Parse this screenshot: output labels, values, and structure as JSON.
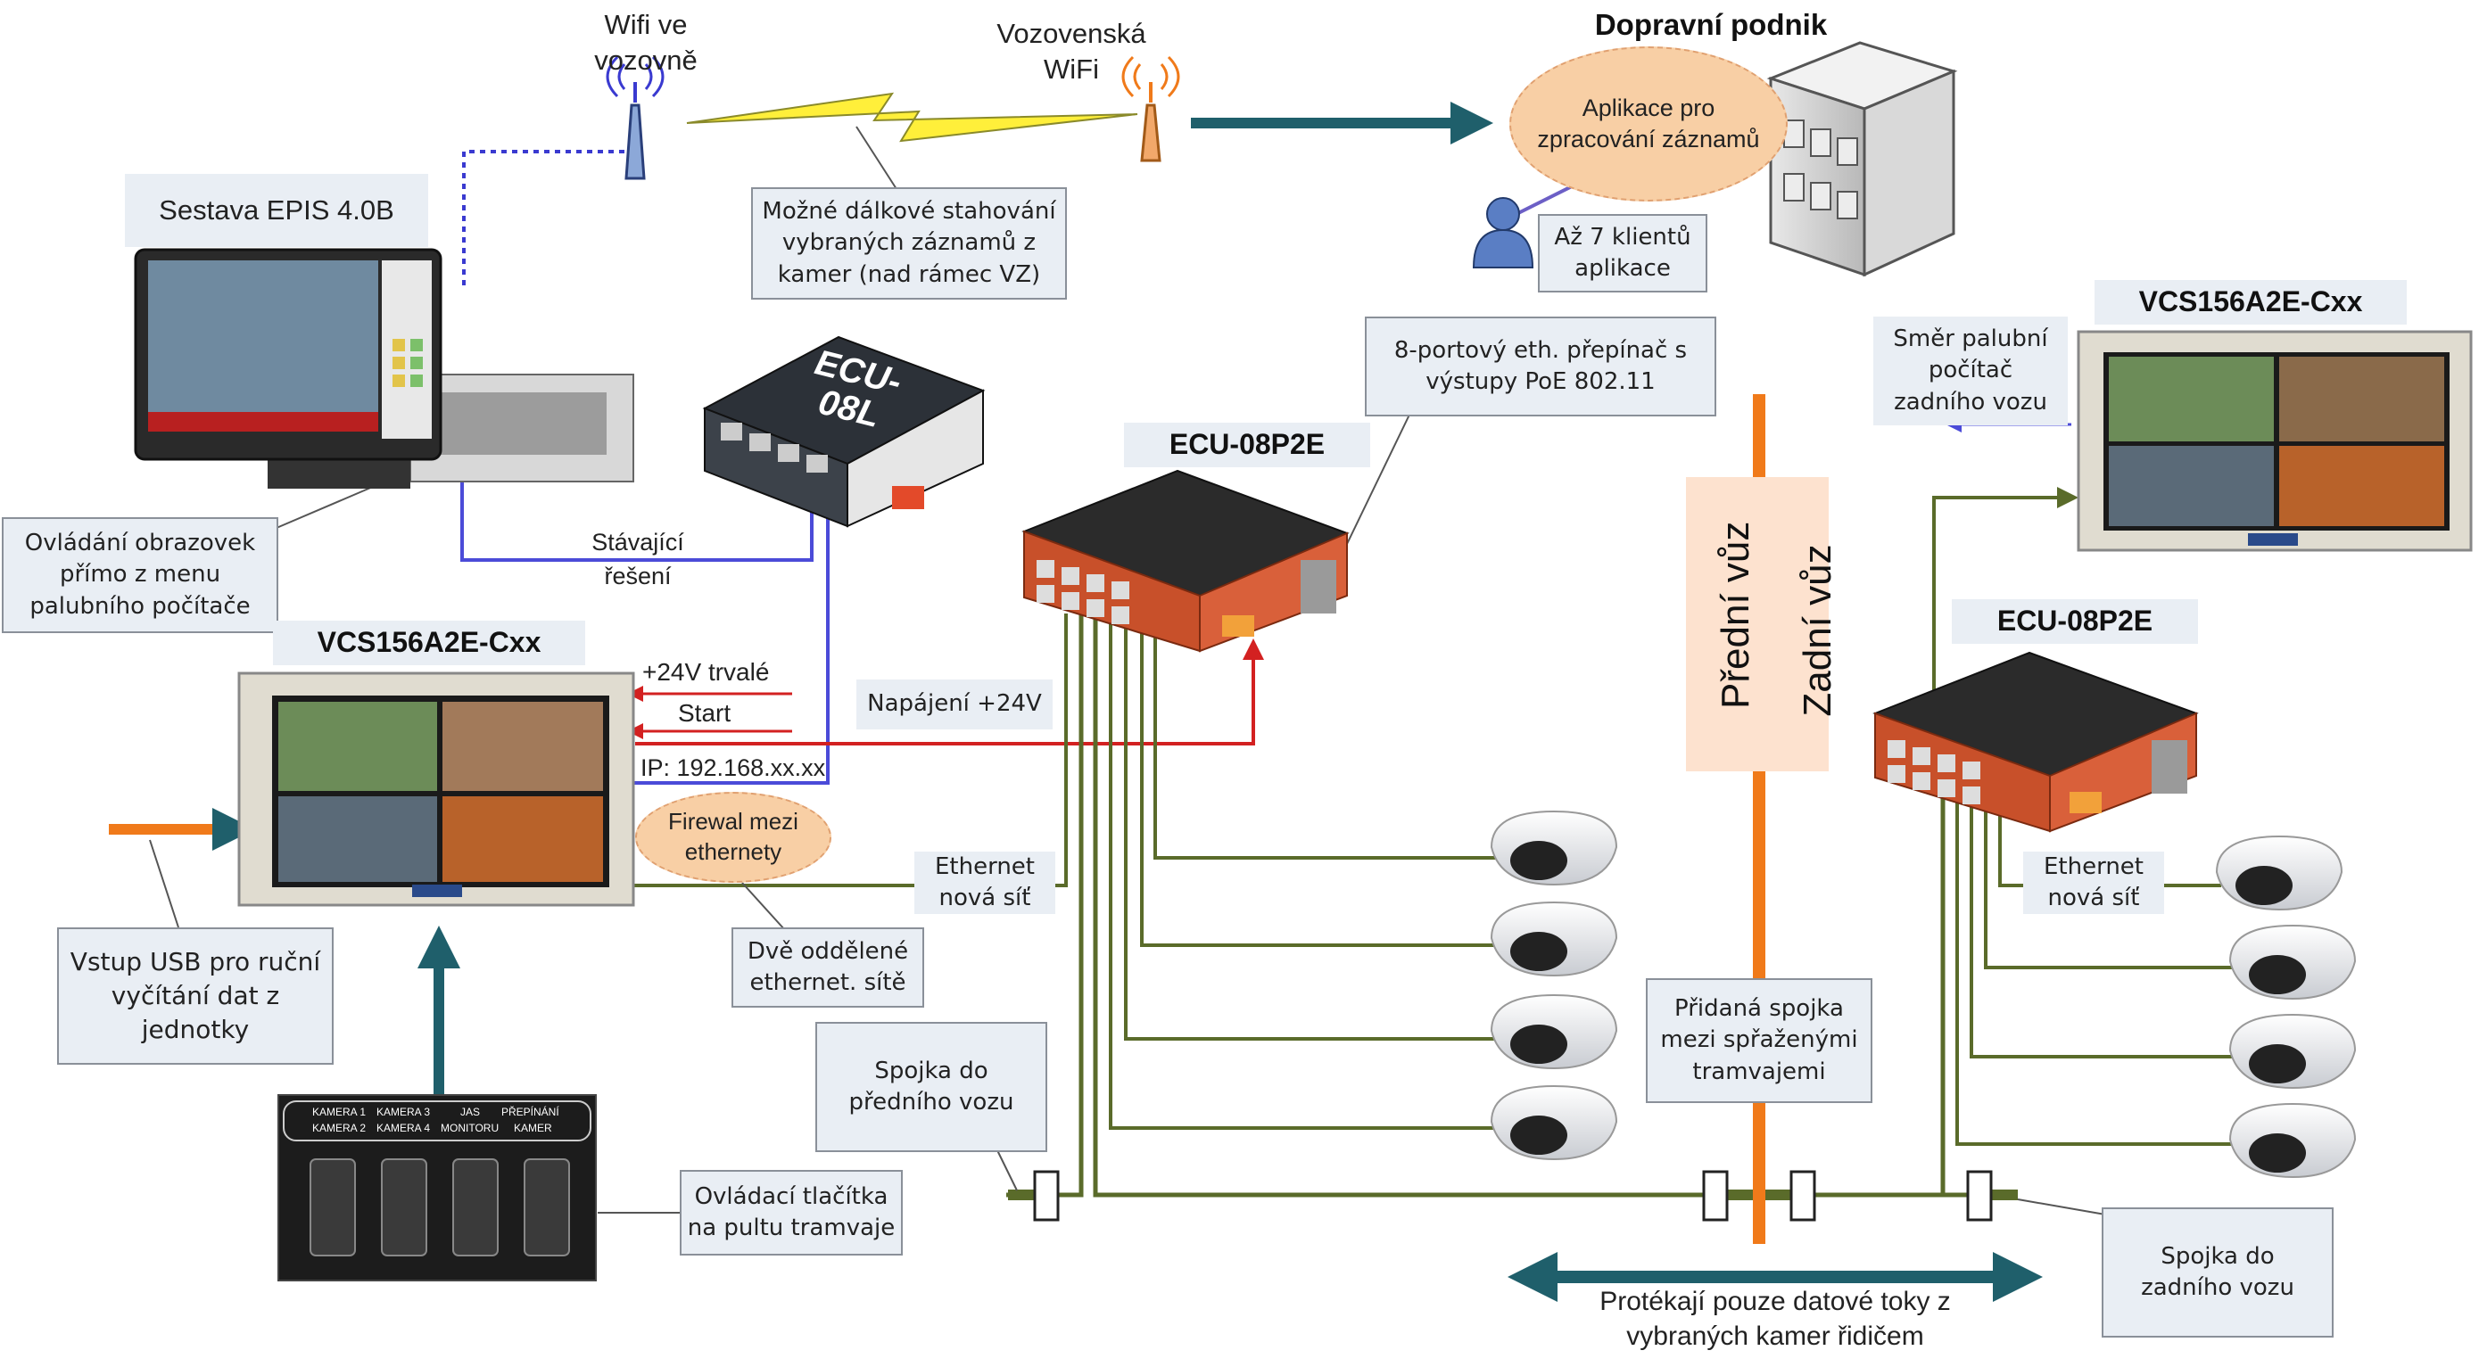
{
  "top": {
    "wifi_vehicle": "Wifi ve\nvozovně",
    "wifi_depot": "Vozovenská\nWiFi",
    "company_title": "Dopravní podnik",
    "app_ellipse": "Aplikace pro\nzpracování záznamů",
    "clients": "Až 7 klientů\naplikace",
    "remote_download": "Možné dálkové stahování\nvybraných záznamů z\nkamer (nad rámec VZ)"
  },
  "left": {
    "epis_title": "Sestava EPIS 4.0B",
    "screen_control": "Ovládání obrazovek\npřímo z menu\npalubního počítače",
    "existing": "Stávající\nřešení",
    "ecu08l_label": "ECU-\n08L",
    "vcs_front_title": "VCS156A2E-Cxx",
    "power_24v": "+24V trvalé",
    "start": "Start",
    "ip": "IP: 192.168.xx.xx",
    "firewall": "Firewal mezi\nethernety",
    "napajeni": "Napájení +24V",
    "usb_input": "Vstup USB pro ruční\nvyčítání dat z\njednotky",
    "two_networks": "Dvě oddělené\nethernet. sítě",
    "ethernet_front": "Ethernet\nnová síť",
    "buttons_label": "Ovládací tlačítka\nna pultu tramvaje",
    "coupler_front": "Spojka do\npředního vozu",
    "panel_row1": [
      "KAMERA 1",
      "KAMERA 3",
      "JAS",
      "PŘEPÍNÁNÍ"
    ],
    "panel_row2": [
      "KAMERA 2",
      "KAMERA 4",
      "MONITORU",
      "KAMER"
    ]
  },
  "middle": {
    "switch_desc": "8-portový eth. přepínač s\nvýstupy PoE 802.11",
    "ecu_front_title": "ECU-08P2E",
    "front_car": "Přední vůz",
    "rear_car": "Zadní vůz",
    "added_coupler": "Přidaná spojka\nmezi spřaženými\ntramvajemi",
    "data_flow": "Protékají pouze datové toky z\nvybraných kamer řidičem"
  },
  "right": {
    "vcs_rear_title": "VCS156A2E-Cxx",
    "direction": "Směr palubní\npočítač\nzadního vozu",
    "ecu_rear_title": "ECU-08P2E",
    "ethernet_rear": "Ethernet\nnová síť",
    "coupler_rear": "Spojka do\nzadního vozu"
  },
  "colors": {
    "label_bg": "#e9eef4",
    "teal_arrow": "#1f5f6b",
    "orange": "#f07a1a",
    "red_wire": "#d32121",
    "blue_wire": "#4b4bd8",
    "olive_wire": "#5a6b2a",
    "lightning": "#ffef3a",
    "ellipse": "#f8cfa5"
  }
}
